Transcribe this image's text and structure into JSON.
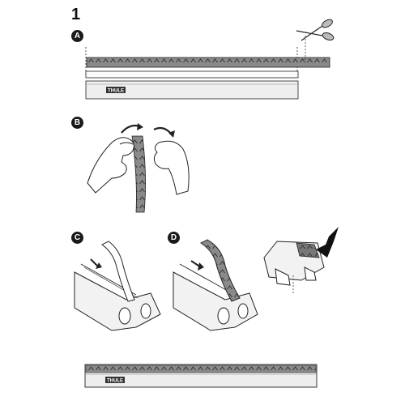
{
  "step_number": "1",
  "panels": {
    "a": {
      "label": "A"
    },
    "b": {
      "label": "B"
    },
    "c": {
      "label": "C"
    },
    "d": {
      "label": "D"
    }
  },
  "brand": {
    "logo_text": "THULE"
  },
  "icons": [
    "scissors-icon",
    "checkmark-icon",
    "curved-arrow-icon"
  ],
  "colors": {
    "strip_fill": "#8a8a8a",
    "bar_fill": "#eeeeee",
    "line": "#222222"
  }
}
